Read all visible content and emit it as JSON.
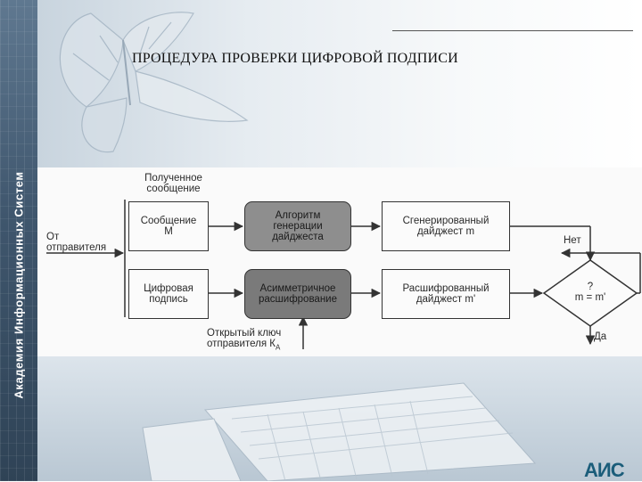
{
  "sidebar": {
    "text": "Академия Информационных Систем"
  },
  "title": "ПРОЦЕДУРА ПРОВЕРКИ ЦИФРОВОЙ ПОДПИСИ",
  "diagram": {
    "received_label_1": "Полученное",
    "received_label_2": "сообщение",
    "from_sender_1": "От",
    "from_sender_2": "отправителя",
    "message_1": "Сообщение",
    "message_2": "М",
    "signature_1": "Цифровая",
    "signature_2": "подпись",
    "hash_alg_1": "Алгоритм",
    "hash_alg_2": "генерации",
    "hash_alg_3": "дайджеста",
    "asym_1": "Асимметричное",
    "asym_2": "расшифрование",
    "generated_1": "Сгенерированный",
    "generated_2": "дайджест m",
    "decrypted_1": "Расшифрованный",
    "decrypted_2": "дайджест m'",
    "no_label": "Нет",
    "yes_label": "Да",
    "decision_1": "?",
    "decision_2": "m = m'",
    "public_key_1": "Открытый ключ",
    "public_key_2": "отправителя К",
    "public_key_sub": "А"
  },
  "logo": {
    "text": "АИС"
  }
}
